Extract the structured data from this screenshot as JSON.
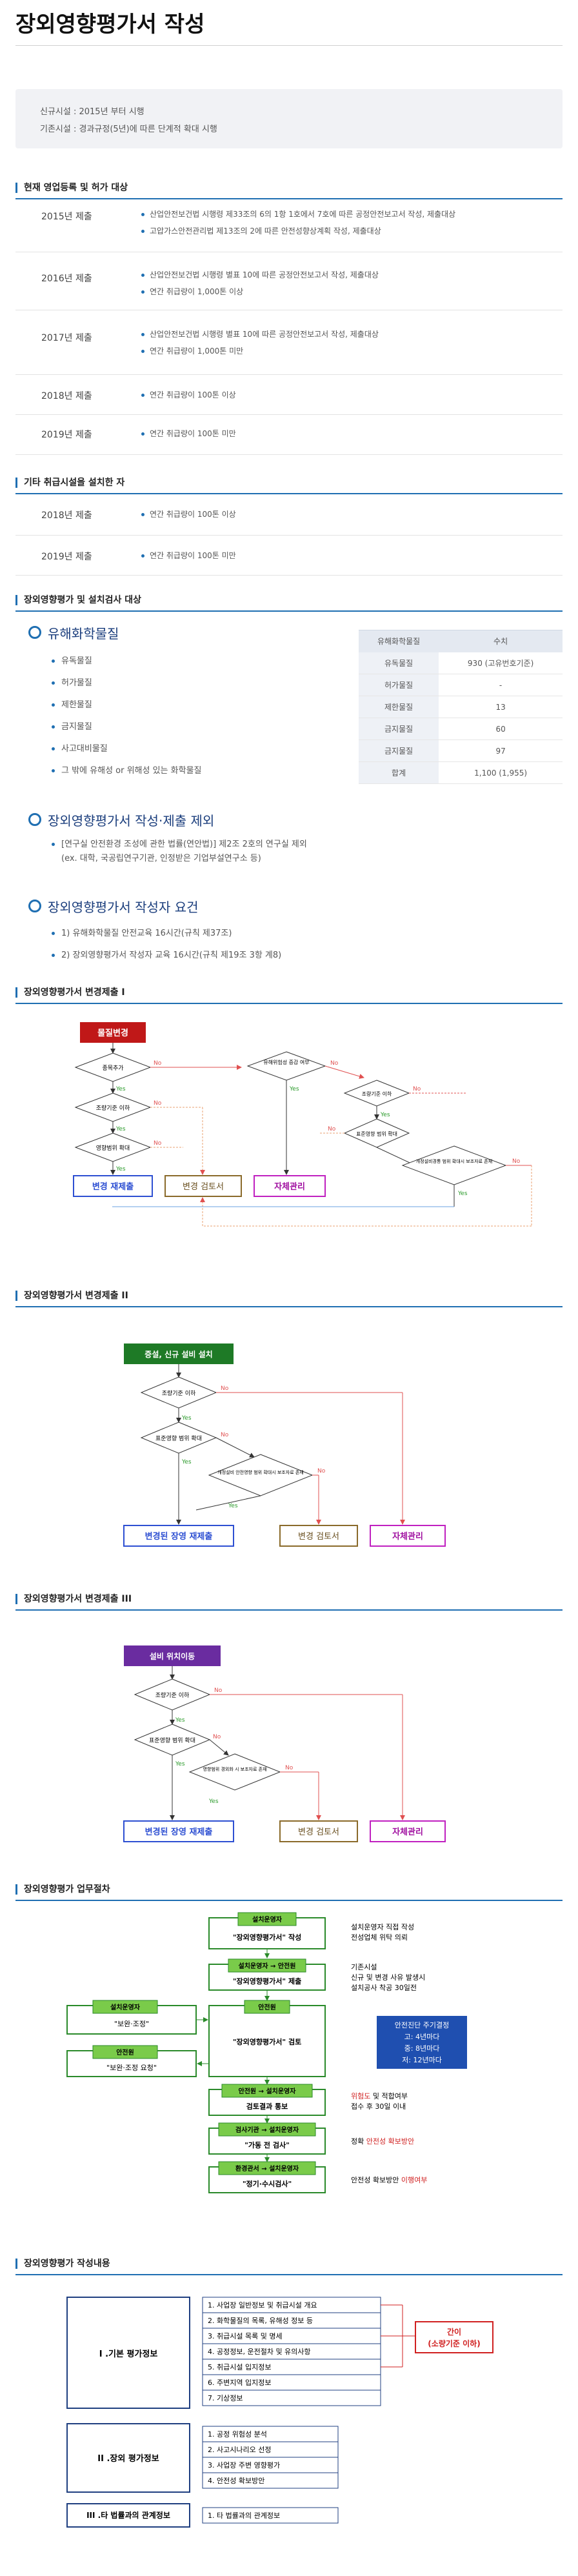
{
  "title": "장외영향평가서 작성",
  "intro": {
    "line1": "신규시설 : 2015년 부터 시행",
    "line2": "기존시설 : 경과규정(5년)에 따른 단계적 확대 시행"
  },
  "sec1": {
    "heading": "현재 영업등록 및 허가 대상",
    "rows": [
      {
        "year": "2015년 제출",
        "items": [
          "산업안전보건법 시행령 제33조의 6의 1항 1호에서 7호에 따른 공정안전보고서 작성, 제출대상",
          "고압가스안전관리법 제13조의 2에 따른 안전성향상계획 작성, 제출대상"
        ]
      },
      {
        "year": "2016년 제출",
        "items": [
          "산업안전보건법 시행령 별표 10에 따른 공정안전보고서 작성, 제출대상",
          "연간 취급량이 1,000톤 이상"
        ]
      },
      {
        "year": "2017년 제출",
        "items": [
          "산업안전보건법 시행령 별표 10에 따른 공정안전보고서 작성, 제출대상",
          "연간 취급량이 1,000톤 미만"
        ]
      },
      {
        "year": "2018년 제출",
        "items": [
          "연간 취급량이 100톤 이상"
        ]
      },
      {
        "year": "2019년 제출",
        "items": [
          "연간 취급량이 100톤 미만"
        ]
      }
    ]
  },
  "sec2": {
    "heading": "기타 취급시설을 설치한 자",
    "rows": [
      {
        "year": "2018년 제출",
        "items": [
          "연간 취급량이 100톤 이상"
        ]
      },
      {
        "year": "2019년 제출",
        "items": [
          "연간 취급량이 100톤 미만"
        ]
      }
    ]
  },
  "sec3": {
    "heading": "장외영향평가 및 설치검사 대상",
    "sub1": "유해화학물질",
    "list1": [
      "유독물질",
      "허가물질",
      "제한물질",
      "금지물질",
      "사고대비물질",
      "그 밖에 유해성 or 위해성 있는 화학물질"
    ],
    "table": {
      "h1": "유해화학물질",
      "h2": "수치",
      "rows": [
        [
          "유독물질",
          "930 (고유번호기준)"
        ],
        [
          "허가물질",
          "-"
        ],
        [
          "제한물질",
          "13"
        ],
        [
          "금지물질",
          "60"
        ],
        [
          "금지물질",
          "97"
        ],
        [
          "합계",
          "1,100 (1,955)"
        ]
      ]
    },
    "sub2": "장외영향평가서 작성·제출 제외",
    "excl1": "[연구실 안전환경 조성에 관한 법률(연안법)] 제2조 2호의 연구실 제외",
    "excl2": "(ex. 대학, 국공립연구기관, 인정받은 기업부설연구소 등)",
    "sub3": "장외영향평가서 작성자 요건",
    "req1": "1) 유해화학물질 안전교육 16시간(규칙 제37조)",
    "req2": "2) 장외영향평가서 작성자 교육 16시간(규칙 제19조 3항 계8)"
  },
  "fc1": {
    "heading": "장외영향평가서 변경제출 I",
    "start": "물질변경",
    "d1": "종목추가",
    "d2": "조량기준 이하",
    "d3": "영향범위 확대",
    "d4": "유해위험성 증감 여부",
    "d5": "조량기준 이하",
    "d6": "표준영향 범위 확대",
    "d7": "개정설비경통 범위 확대시 보조자료 존재",
    "yes": "Yes",
    "no": "No",
    "out1": "변경 재제출",
    "out2": "변경 검토서",
    "out3": "자체관리"
  },
  "fc2": {
    "heading": "장외영향평가서 변경제출 II",
    "start": "증설, 신규 설비 설치",
    "d1": "조량기준 이하",
    "d2": "표준영향 범위 확대",
    "d3": "개정설비 안전영향 범위 확대시 보조자료 존재",
    "yes": "Yes",
    "no": "No",
    "out1": "변경된 장영 재제출",
    "out2": "변경 검토서",
    "out3": "자체관리"
  },
  "fc3": {
    "heading": "장외영향평가서 변경제출 III",
    "start": "설비 위치이동",
    "d1": "조량기준 이하",
    "d2": "표준영향 범위 확대",
    "d3": "영향범위 경외화 시 보조자료 존재",
    "yes": "Yes",
    "no": "No",
    "out1": "변경된 장영 재제출",
    "out2": "변경 검토서",
    "out3": "자체관리"
  },
  "proc": {
    "heading": "장외영향평가 업무절차",
    "s1a": "설치운영자",
    "s1b": "\"장외영향평가서\" 작성",
    "s2a": "설치운영자 → 안전원",
    "s2b": "\"장외영향평가서\" 제출",
    "s3": "안전원",
    "s3b": "\"장외영향평가서\" 검토",
    "l1a": "설치운영자",
    "l1b": "\"보완·조정\"",
    "l2a": "안전원",
    "l2b": "\"보완·조정 요청\"",
    "s4a": "안전원 → 설치운영자",
    "s4b": "검토결과 통보",
    "s5a": "검사기관 → 설치운영자",
    "s5b": "\"가동 전 검사\"",
    "s6a": "환경관서 → 설치운영자",
    "s6b": "\"정기·수시검사\"",
    "n1a": "설치운영자 직접 작성",
    "n1b": "전성업체 위탁 의뢰",
    "n2a": "기존시설",
    "n2b": "신규 및 변경 사유 발생시",
    "n2c": "설치공사 착공 30일전",
    "cycle1": "안전진단 주기결정",
    "cycle2": "고: 4년마다",
    "cycle3": "중: 8년마다",
    "cycle4": "저: 12년마다",
    "n4a": "위험도",
    "n4b": " 및 적합여부",
    "n4c": "접수 후 30일 이내",
    "n5a": "정확 ",
    "n5b": "안전성 확보방안",
    "n6a": "안전성 확보방안 ",
    "n6b": "이행여부"
  },
  "content": {
    "heading": "장외영향평가 작성내용",
    "g1": "I .기본 평가정보",
    "g1items": [
      "1. 사업장 일반정보 및 취급시설 개요",
      "2. 화학물질의 목록, 유해성 정보 등",
      "3. 취급시설 목록 및 명세",
      "4. 공정정보, 운전절차 및 유의사항",
      "5. 취급시설 입지정보",
      "6. 주변지역 입지정보",
      "7. 기상정보"
    ],
    "g2": "II .장외 평가정보",
    "g2items": [
      "1. 공정 위험성 분석",
      "2. 사고시나리오 선정",
      "3. 사업장 주변 영향평가",
      "4. 안전성 확보방안"
    ],
    "g3": "III .타 법률과의 관계정보",
    "g3items": [
      "1. 타 법률과의 관계정보"
    ],
    "callout1": "간이",
    "callout2": "(소량기준 이하)"
  }
}
